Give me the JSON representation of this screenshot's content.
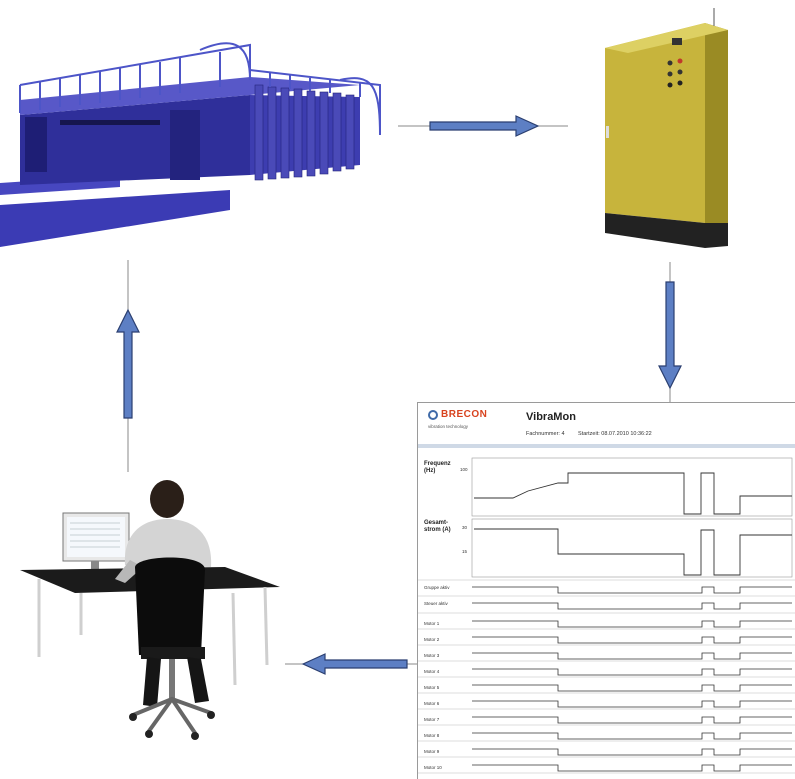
{
  "diagram": {
    "nodes": [
      {
        "id": "vibrating-machine",
        "kind": "3d-rendering"
      },
      {
        "id": "control-cabinet",
        "kind": "3d-rendering"
      },
      {
        "id": "vibramon-monitor",
        "kind": "screen"
      },
      {
        "id": "operator-workstation",
        "kind": "3d-rendering"
      }
    ],
    "edges": [
      {
        "from": "vibrating-machine",
        "to": "control-cabinet",
        "direction": "right"
      },
      {
        "from": "control-cabinet",
        "to": "vibramon-monitor",
        "direction": "down"
      },
      {
        "from": "vibramon-monitor",
        "to": "operator-workstation",
        "direction": "left"
      },
      {
        "from": "operator-workstation",
        "to": "vibrating-machine",
        "direction": "up"
      }
    ],
    "colors": {
      "machine": "#3f3fa5",
      "cabinet": "#c9b53a",
      "arrow_fill": "#5d7fc4",
      "arrow_stroke": "#2b3f70"
    }
  },
  "monitor": {
    "brand": "BRECON",
    "tagline": "vibration technology",
    "app_title": "VibraMon",
    "field_number": "Fachnummer: 4",
    "start_time": "Startzeit: 08.07.2010 10:36:22",
    "charts": [
      {
        "label": "Frequenz (Hz)",
        "tick_top": "100"
      },
      {
        "label": "Gesamt-strom (A)",
        "tick_top": "30",
        "tick_mid": "15"
      }
    ],
    "rows": [
      "Gruppe aktiv",
      "Steuer aktiv",
      "Motor 1",
      "Motor 2",
      "Motor 3",
      "Motor 4",
      "Motor 5",
      "Motor 6",
      "Motor 7",
      "Motor 8",
      "Motor 9",
      "Motor 10"
    ]
  }
}
